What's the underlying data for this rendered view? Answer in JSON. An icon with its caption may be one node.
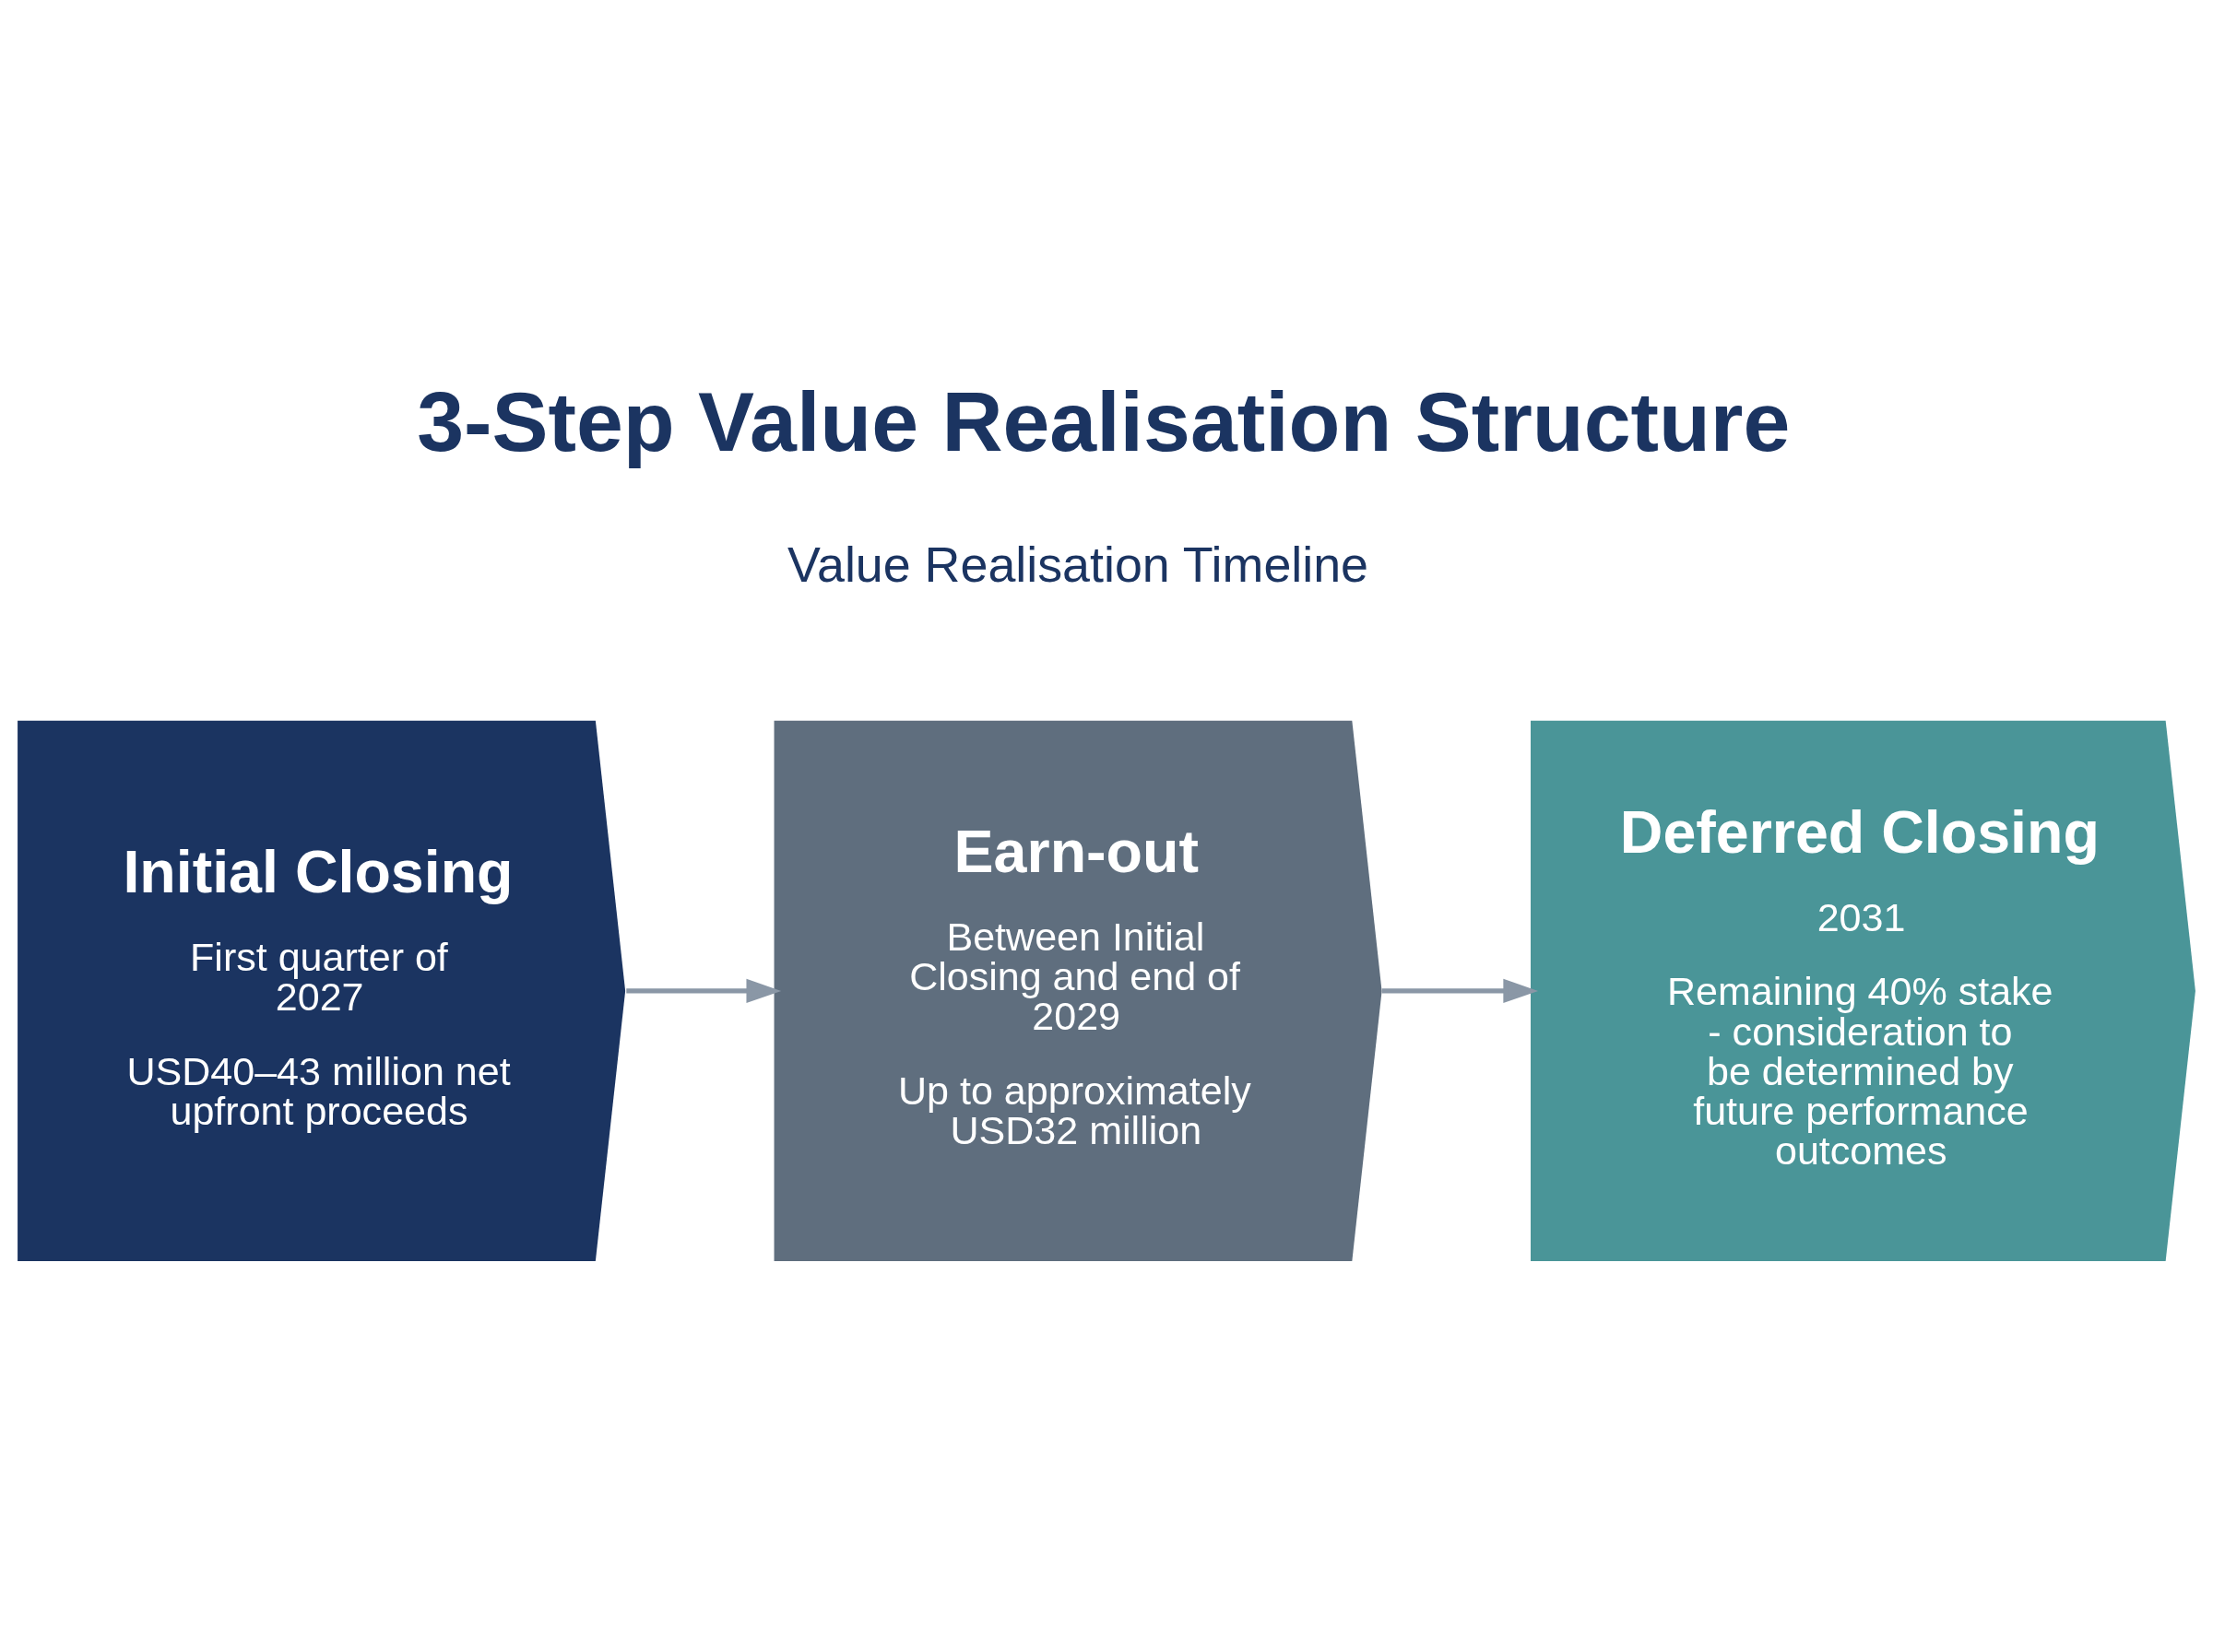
{
  "diagram": {
    "title": "3-Step Value Realisation Structure",
    "nodes": [
      {
        "text": [
          "Initial Closing",
          "First quarter of 2027",
          "USD40–43 million net upfront proceeds"
        ]
      },
      {
        "text": [
          "Earn-out",
          "Between Initial Closing and end of 2029",
          "Up to approximately USD32 million"
        ]
      },
      {
        "text": [
          "Deferred Closing",
          "2031",
          "Remaining 40% stake - consideration to be determined by future performance outcomes"
        ]
      }
    ],
    "edges": [
      {
        "from": 0,
        "to": 1,
        "arrow": "to"
      },
      {
        "from": 1,
        "to": 2,
        "arrow": "to"
      }
    ],
    "labels": [
      "Value Realisation Timeline"
    ]
  }
}
